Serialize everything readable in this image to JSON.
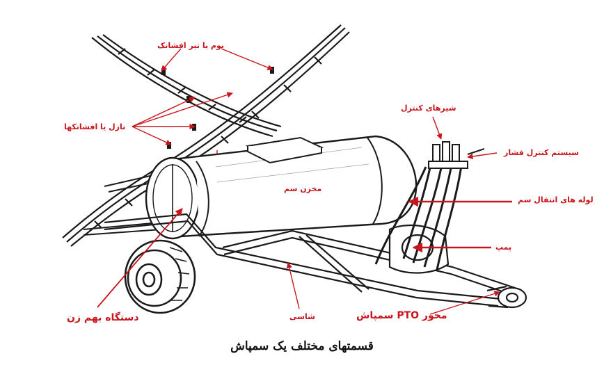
{
  "labels": {
    "boom": "بوم یا تیر افشانک",
    "nozzles": "نازل یا افشانکها",
    "control_valves": "شیرهای کنترل",
    "pressure_control": "سیستم کنترل فشار",
    "tank": "مخزن سم",
    "transfer_pipes": "لوله های انتقال سم",
    "pump": "پمپ",
    "agitator": "دستگاه بهم زن",
    "chassis": "شاسی",
    "pto_shaft": "محور PTO سمپاش"
  },
  "caption": "قسمتهای مختلف یک سمپاش",
  "colors": {
    "annotation": "#c8141c",
    "ink": "#1a1a1a",
    "background": "#ffffff"
  }
}
